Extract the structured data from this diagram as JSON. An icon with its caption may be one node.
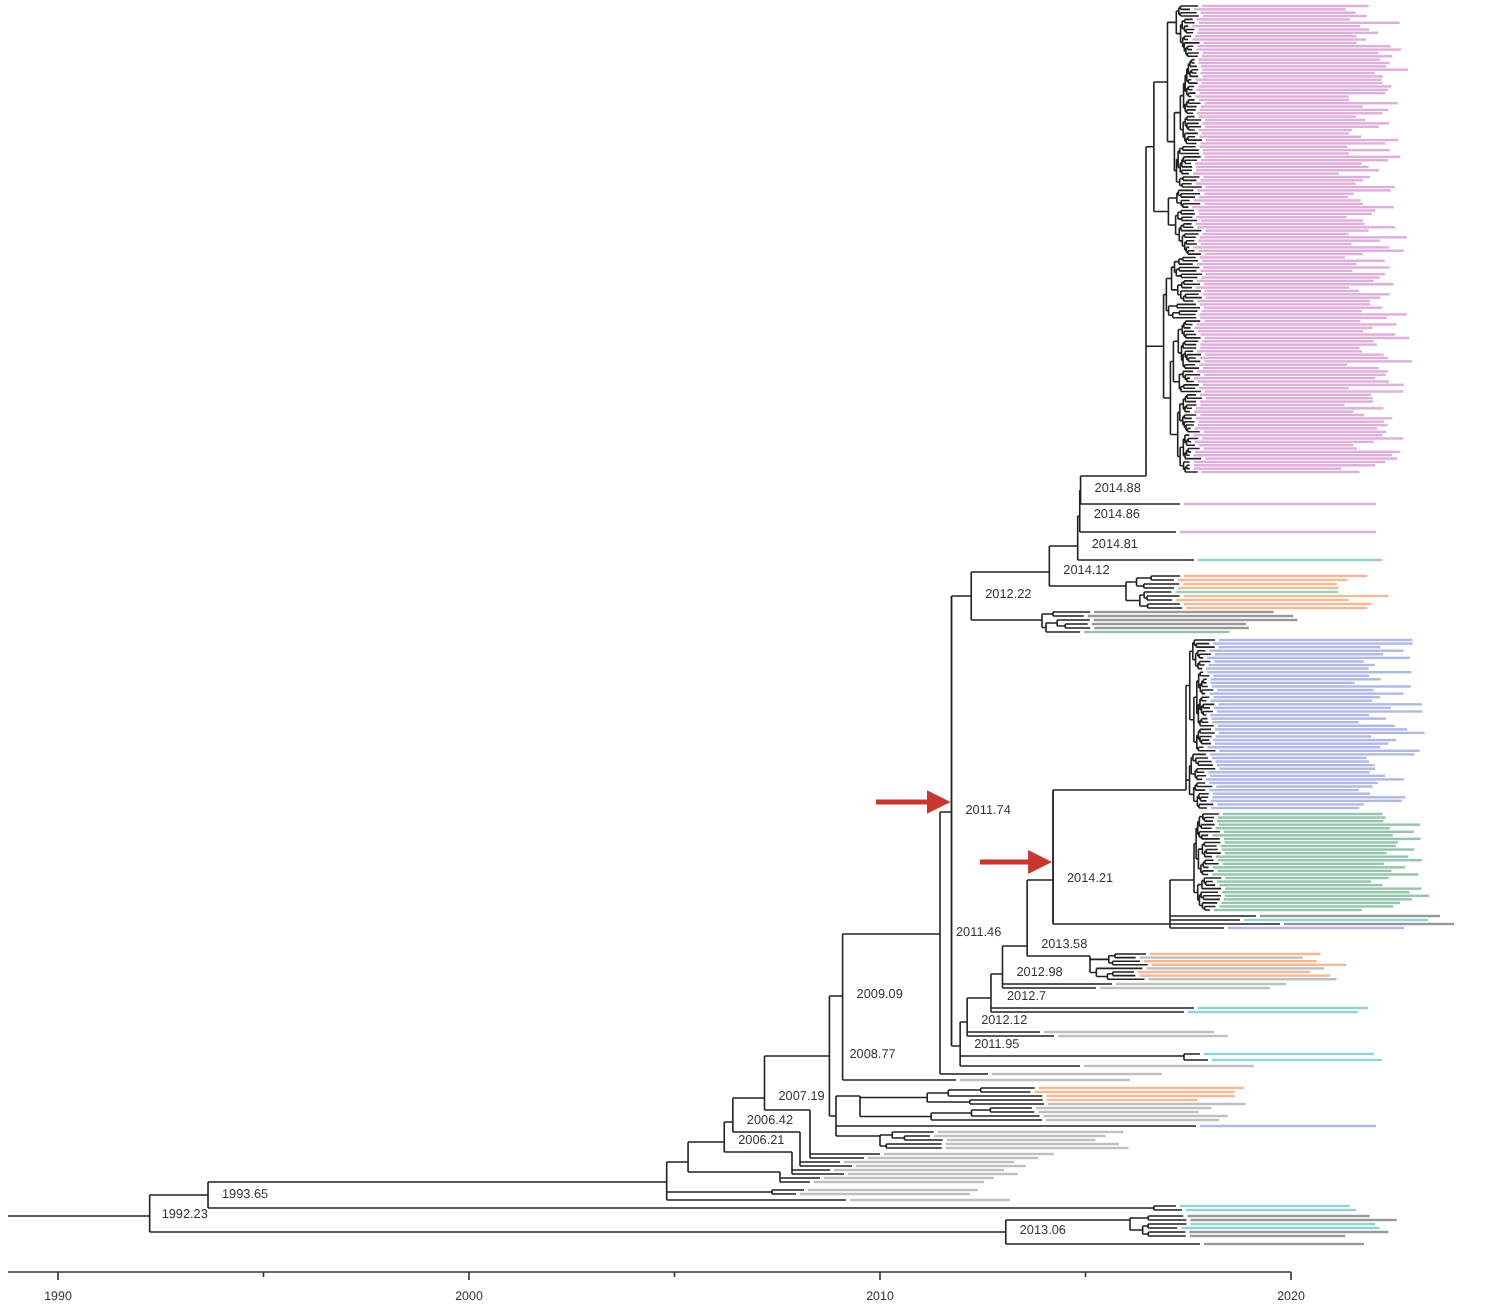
{
  "diagram": {
    "nodes": [
      {
        "text": [],
        "shape": "line",
        "beside": [
          "2011.74"
        ]
      },
      {
        "text": [],
        "shape": "line",
        "beside": [
          "2014.21"
        ]
      }
    ],
    "edges": [
      {
        "from": null,
        "to": 0,
        "arrow": "to"
      },
      {
        "from": null,
        "to": 1,
        "arrow": "to"
      }
    ],
    "labels": [
      "2014.88",
      "2014.86",
      "2014.81",
      "2014.12",
      "2012.22",
      "2011.46",
      "2013.58",
      "2012.98",
      "2009.09",
      "2012.7",
      "2012.12",
      "2011.95",
      "2008.77",
      "2007.19",
      "2006.42",
      "2006.21",
      "1993.65",
      "1992.23",
      "2013.06",
      "1990",
      "2000",
      "2010",
      "2020"
    ]
  }
}
